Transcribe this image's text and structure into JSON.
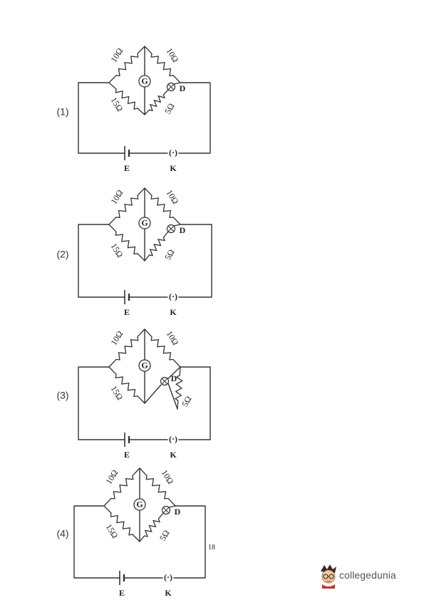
{
  "options": [
    {
      "label": "(1)",
      "top_left": "10Ω",
      "top_right": "10Ω",
      "bottom_left": "15Ω",
      "bottom_right": "5Ω",
      "galvanometer": "G",
      "lamp": "D",
      "cell": "E",
      "key": "K",
      "key_symbol": "(·)"
    },
    {
      "label": "(2)",
      "top_left": "10Ω",
      "top_right": "10Ω",
      "bottom_left": "15Ω",
      "bottom_right": "5Ω",
      "galvanometer": "G",
      "lamp": "D",
      "cell": "E",
      "key": "K",
      "key_symbol": "(·)"
    },
    {
      "label": "(3)",
      "top_left": "10Ω",
      "top_right": "10Ω",
      "bottom_left": "15Ω",
      "bottom_right": "5Ω",
      "galvanometer": "G",
      "lamp": "D",
      "cell": "E",
      "key": "K",
      "key_symbol": "(·)"
    },
    {
      "label": "(4)",
      "top_left": "10Ω",
      "top_right": "10Ω",
      "bottom_left": "15Ω",
      "bottom_right": "5Ω",
      "galvanometer": "G",
      "lamp": "D",
      "cell": "E",
      "key": "K",
      "key_symbol": "(·)"
    }
  ],
  "page_number": "18",
  "logo": {
    "text": "collegedunia",
    "accent_color": "#c0392b"
  }
}
